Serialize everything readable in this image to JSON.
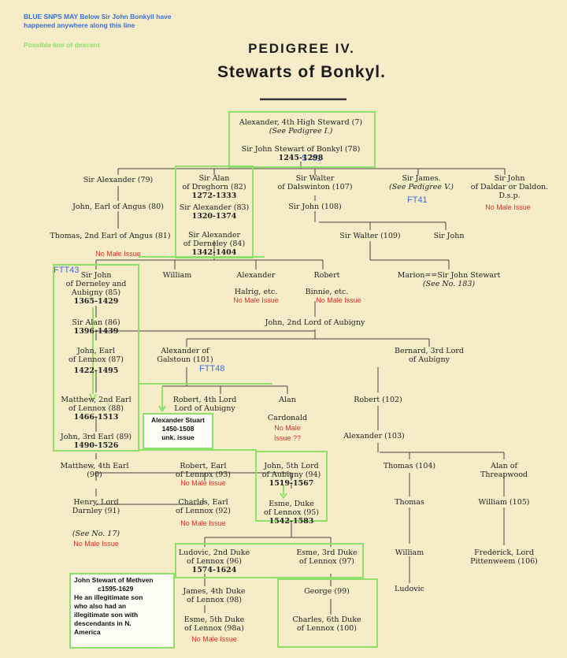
{
  "notes": {
    "blue_snps": "BLUE SNPS MAY Below Sir John Bonkyll have happened anywhere along this line",
    "possible_line": "Possible line of descent"
  },
  "title": {
    "pedigree": "PEDIGREE IV.",
    "family": "Stewarts of Bonkyl."
  },
  "labels": {
    "no_male_issue": "No Male Issue"
  },
  "snp_tags": {
    "s781": "S781",
    "ft41": "FT41",
    "ftt43": "FTT43",
    "ftt48": "FTT48"
  },
  "people": {
    "alexander_4th": [
      "Alexander, 4th High Steward (7)",
      "(See Pedigree I.)"
    ],
    "sir_john_bonkyl": [
      "Sir John Stewart of Bonkyl (78)",
      "1245-1298"
    ],
    "sir_alexander_79": [
      "Sir Alexander (79)"
    ],
    "john_earl_angus": [
      "John, Earl of Angus (80)"
    ],
    "thomas_angus": [
      "Thomas, 2nd Earl of Angus (81)"
    ],
    "sir_alan_82": [
      "Sir Alan",
      "of Dreghorn (82)",
      "1272-1333"
    ],
    "sir_alexander_83": [
      "Sir Alexander (83)",
      "1320-1374"
    ],
    "sir_alexander_84": [
      "Sir Alexander",
      "of Derneley (84)",
      "1342-1404"
    ],
    "sir_walter_dals": [
      "Sir Walter",
      "of Dalswinton (107)"
    ],
    "sir_john_108": [
      "Sir John (108)"
    ],
    "sir_walter_109": [
      "Sir Walter (109)"
    ],
    "sir_john_r": [
      "Sir John"
    ],
    "sir_james": [
      "Sir James.",
      "(See Pedigree V.)"
    ],
    "sir_john_daldar": [
      "Sir John",
      "of Daldar or Daldon.",
      "D.s.p."
    ],
    "sir_john_85": [
      "Sir John",
      "of Derneley and",
      "Aubigny (85)",
      "1365-1429"
    ],
    "william": [
      "William"
    ],
    "alexander_halrig": [
      "Alexander",
      "Halrig, etc."
    ],
    "robert_binnie": [
      "Robert",
      "Binnie, etc."
    ],
    "marion": [
      "Marion==Sir John Stewart",
      "(See No. 183)"
    ],
    "sir_alan_86": [
      "Sir Alan (86)",
      "1396-1439"
    ],
    "john_aubigny": [
      "John, 2nd Lord of Aubigny"
    ],
    "john_87": [
      "John, Earl",
      "of Lennox (87)",
      "1422-1495"
    ],
    "alexander_101": [
      "Alexander of",
      "Galstoun (101)"
    ],
    "bernard": [
      "Bernard, 3rd Lord",
      "of Aubigny"
    ],
    "matthew_88": [
      "Matthew, 2nd Earl",
      "of Lennox (88)",
      "1466-1513"
    ],
    "robert_4th": [
      "Robert, 4th Lord",
      "Lord of Aubigny"
    ],
    "alan_card": [
      "Alan",
      "Cardonald"
    ],
    "card_issue": [
      "No Male",
      "Issue ??"
    ],
    "robert_102": [
      "Robert (102)"
    ],
    "alexander_stuart": [
      "Alexander Stuart",
      "1450-1508",
      "unk. issue"
    ],
    "john_89": [
      "John, 3rd Earl (89)",
      "1490-1526"
    ],
    "alexander_103": [
      "Alexander (103)"
    ],
    "matthew_90": [
      "Matthew, 4th Earl",
      "(90)"
    ],
    "robert_93": [
      "Robert, Earl",
      "of Lennox (93)"
    ],
    "john_94": [
      "John, 5th Lord",
      "of Aubigny (94)",
      "1519-1567"
    ],
    "thomas_104": [
      "Thomas (104)"
    ],
    "alan_threap": [
      "Alan of",
      "Threapwood"
    ],
    "henry": [
      "Henry, Lord",
      "Darnley (91)"
    ],
    "see17": [
      "(See No. 17)"
    ],
    "charles_92": [
      "Charles, Earl",
      "of Lennox (92)"
    ],
    "esme_95": [
      "Esme, Duke",
      "of Lennox (95)",
      "1542-1583"
    ],
    "thomas_r": [
      "Thomas"
    ],
    "william_105": [
      "William (105)"
    ],
    "ludovic_96": [
      "Ludovic, 2nd Duke",
      "of Lennox (96)",
      "1574-1624"
    ],
    "esme_97": [
      "Esme, 3rd Duke",
      "of Lennox (97)"
    ],
    "william_r": [
      "William"
    ],
    "frederick": [
      "Frederick, Lord",
      "Pittenweem (106)"
    ],
    "james_98": [
      "James, 4th Duke",
      "of Lennox (98)"
    ],
    "george_99": [
      "George (99)"
    ],
    "esme_98a": [
      "Esme, 5th Duke",
      "of Lennox (98a)"
    ],
    "charles_100": [
      "Charles, 6th Duke",
      "of Lennox (100)"
    ],
    "ludovic": [
      "Ludovic"
    ],
    "methven": [
      "John Stewart of Methven",
      "c1595-1629",
      "He an illegitimate son",
      "who also had an",
      "illegitimate son with",
      "descendants in N.",
      "America"
    ]
  },
  "colors": {
    "highlight": "#8ee06a",
    "snp_blue": "#3b6fd6",
    "no_issue_red": "#e0302a",
    "paper": "#f6ecc8"
  }
}
